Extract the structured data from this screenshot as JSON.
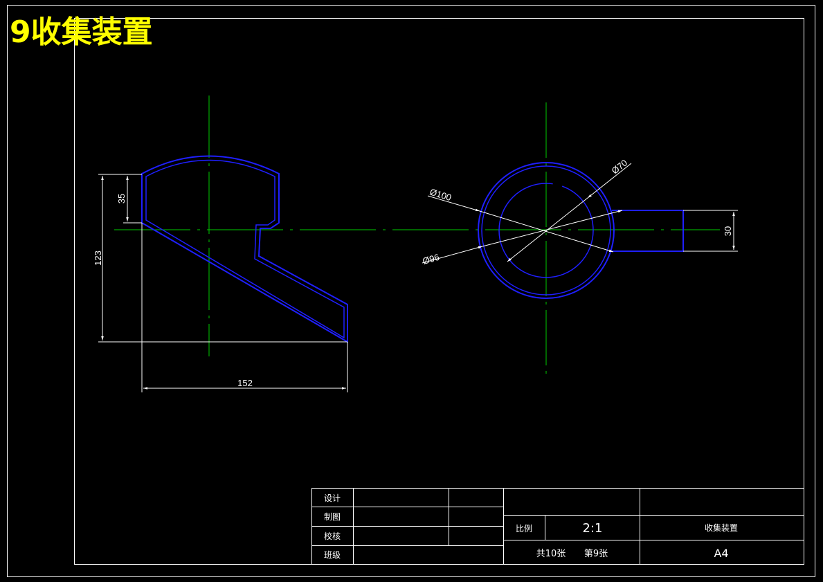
{
  "drawing": {
    "title": "9收集装置",
    "colors": {
      "background": "#000000",
      "border": "#ffffff",
      "part_outline": "#1f1fff",
      "centerline": "#00cc00",
      "dimension": "#ffffff",
      "title": "#ffff00"
    }
  },
  "side_view": {
    "dim_height_top": "35",
    "dim_height_total": "123",
    "dim_width": "152"
  },
  "top_view": {
    "dia_outer": "Ø100",
    "dia_inner": "Ø96",
    "dia_70": "Ø70",
    "dim_pipe": "30"
  },
  "title_block": {
    "design_label": "设计",
    "draw_label": "制图",
    "check_label": "校核",
    "class_label": "班级",
    "scale_label": "比例",
    "scale_value": "2:1",
    "part_name": "收集装置",
    "sheets_total": "共10张",
    "sheet_number": "第9张",
    "paper_size": "A4"
  }
}
